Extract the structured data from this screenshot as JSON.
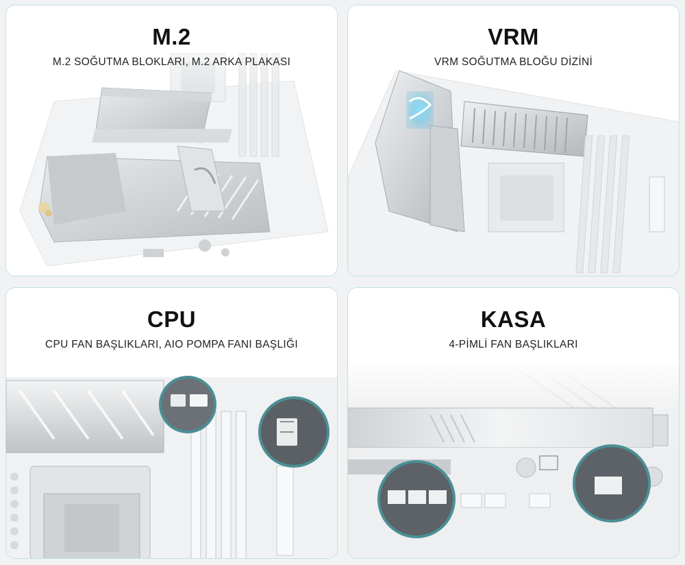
{
  "cards": [
    {
      "title": "M.2",
      "subtitle": "M.2 SOĞUTMA BLOKLARI, M.2 ARKA PLAKASI"
    },
    {
      "title": "VRM",
      "subtitle": "VRM SOĞUTMA BLOĞU DİZİNİ"
    },
    {
      "title": "CPU",
      "subtitle": "CPU FAN BAŞLIKLARI, AIO POMPA FANI BAŞLIĞI"
    },
    {
      "title": "KASA",
      "subtitle": "4-PİMLİ FAN BAŞLIKLARI"
    }
  ],
  "colors": {
    "card_border": "#bfe3ea",
    "card_bg": "#ffffff",
    "page_bg": "#f1f2f3",
    "heatsink_silver": "#c9cdd0",
    "zoom_ring": "#4b8f96",
    "rog_logo_glow": "#39b6e6"
  }
}
